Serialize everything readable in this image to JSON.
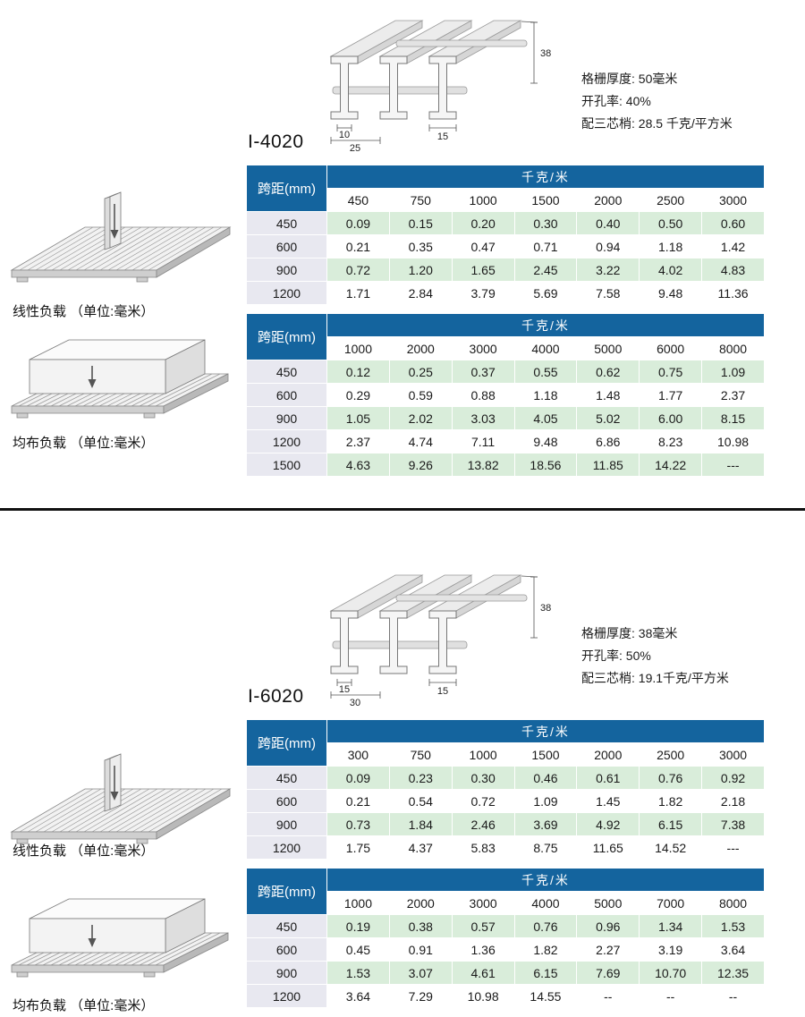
{
  "page": {
    "colors": {
      "header_blue": "#14649e",
      "row_green": "#d9edda",
      "span_col_gray": "#e8e8f0",
      "divider_black": "#111111"
    }
  },
  "sections": [
    {
      "title": "I-4020",
      "specs": [
        "格栅厚度: 50毫米",
        "开孔率: 40%",
        "配三芯梢: 28.5 千克/平方米"
      ],
      "dims": {
        "height": "38",
        "w1": "10",
        "w2": "25",
        "w3": "15"
      },
      "linear_caption": "线性负载 （单位:毫米）",
      "uniform_caption": "均布负载 （单位:毫米）",
      "tables": [
        {
          "corner_label": "跨距(mm)",
          "unit_label": "千克/米",
          "columns": [
            "450",
            "750",
            "1000",
            "1500",
            "2000",
            "2500",
            "3000"
          ],
          "rows": [
            {
              "span": "450",
              "values": [
                "0.09",
                "0.15",
                "0.20",
                "0.30",
                "0.40",
                "0.50",
                "0.60"
              ]
            },
            {
              "span": "600",
              "values": [
                "0.21",
                "0.35",
                "0.47",
                "0.71",
                "0.94",
                "1.18",
                "1.42"
              ]
            },
            {
              "span": "900",
              "values": [
                "0.72",
                "1.20",
                "1.65",
                "2.45",
                "3.22",
                "4.02",
                "4.83"
              ]
            },
            {
              "span": "1200",
              "values": [
                "1.71",
                "2.84",
                "3.79",
                "5.69",
                "7.58",
                "9.48",
                "11.36"
              ]
            }
          ]
        },
        {
          "corner_label": "跨距(mm)",
          "unit_label": "千克/米",
          "columns": [
            "1000",
            "2000",
            "3000",
            "4000",
            "5000",
            "6000",
            "8000"
          ],
          "rows": [
            {
              "span": "450",
              "values": [
                "0.12",
                "0.25",
                "0.37",
                "0.55",
                "0.62",
                "0.75",
                "1.09"
              ]
            },
            {
              "span": "600",
              "values": [
                "0.29",
                "0.59",
                "0.88",
                "1.18",
                "1.48",
                "1.77",
                "2.37"
              ]
            },
            {
              "span": "900",
              "values": [
                "1.05",
                "2.02",
                "3.03",
                "4.05",
                "5.02",
                "6.00",
                "8.15"
              ]
            },
            {
              "span": "1200",
              "values": [
                "2.37",
                "4.74",
                "7.11",
                "9.48",
                "6.86",
                "8.23",
                "10.98"
              ]
            },
            {
              "span": "1500",
              "values": [
                "4.63",
                "9.26",
                "13.82",
                "18.56",
                "11.85",
                "14.22",
                "---"
              ]
            }
          ]
        }
      ]
    },
    {
      "title": "I-6020",
      "specs": [
        "格栅厚度: 38毫米",
        "开孔率: 50%",
        "配三芯梢: 19.1千克/平方米"
      ],
      "dims": {
        "height": "38",
        "w1": "15",
        "w2": "30",
        "w3": "15"
      },
      "linear_caption": "线性负载 （单位:毫米）",
      "uniform_caption": "均布负载 （单位:毫米）",
      "tables": [
        {
          "corner_label": "跨距(mm)",
          "unit_label": "千克/米",
          "columns": [
            "300",
            "750",
            "1000",
            "1500",
            "2000",
            "2500",
            "3000"
          ],
          "rows": [
            {
              "span": "450",
              "values": [
                "0.09",
                "0.23",
                "0.30",
                "0.46",
                "0.61",
                "0.76",
                "0.92"
              ]
            },
            {
              "span": "600",
              "values": [
                "0.21",
                "0.54",
                "0.72",
                "1.09",
                "1.45",
                "1.82",
                "2.18"
              ]
            },
            {
              "span": "900",
              "values": [
                "0.73",
                "1.84",
                "2.46",
                "3.69",
                "4.92",
                "6.15",
                "7.38"
              ]
            },
            {
              "span": "1200",
              "values": [
                "1.75",
                "4.37",
                "5.83",
                "8.75",
                "11.65",
                "14.52",
                "---"
              ]
            }
          ]
        },
        {
          "corner_label": "跨距(mm)",
          "unit_label": "千克/米",
          "columns": [
            "1000",
            "2000",
            "3000",
            "4000",
            "5000",
            "7000",
            "8000"
          ],
          "rows": [
            {
              "span": "450",
              "values": [
                "0.19",
                "0.38",
                "0.57",
                "0.76",
                "0.96",
                "1.34",
                "1.53"
              ]
            },
            {
              "span": "600",
              "values": [
                "0.45",
                "0.91",
                "1.36",
                "1.82",
                "2.27",
                "3.19",
                "3.64"
              ]
            },
            {
              "span": "900",
              "values": [
                "1.53",
                "3.07",
                "4.61",
                "6.15",
                "7.69",
                "10.70",
                "12.35"
              ]
            },
            {
              "span": "1200",
              "values": [
                "3.64",
                "7.29",
                "10.98",
                "14.55",
                "--",
                "--",
                "--"
              ]
            }
          ]
        }
      ]
    }
  ]
}
